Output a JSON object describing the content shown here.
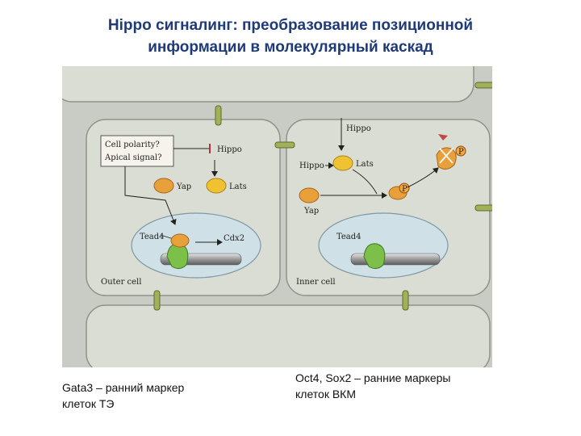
{
  "slide": {
    "title_line1": "Hippo сигналинг: преобразование позиционной",
    "title_line2": "информации в молекулярный каскад"
  },
  "figure": {
    "outer_cell": {
      "cell_label": "Outer cell",
      "box_line1": "Cell polarity?",
      "box_line2": "Apical signal?",
      "hippo": "Hippo",
      "yap": "Yap",
      "lats": "Lats",
      "tead4": "Tead4",
      "cdx2": "Cdx2"
    },
    "inner_cell": {
      "cell_label": "Inner cell",
      "hippo_top": "Hippo",
      "hippo_side": "Hippo",
      "lats": "Lats",
      "yap": "Yap",
      "tead4": "Tead4",
      "phospho": "P"
    },
    "colors": {
      "background": "#c8ccc4",
      "cell": "#d9ddd3",
      "nucleus": "#cfe0e6",
      "yap": "#e8a13a",
      "lats": "#f0c232",
      "tead": "#7cc04a",
      "junction": "#a2b05a"
    }
  },
  "captions": {
    "left_line1": "Gata3 – ранний маркер",
    "left_line2": "клеток ТЭ",
    "right_line1": "Oct4, Sox2 – ранние маркеры",
    "right_line2": "клеток ВКМ"
  }
}
